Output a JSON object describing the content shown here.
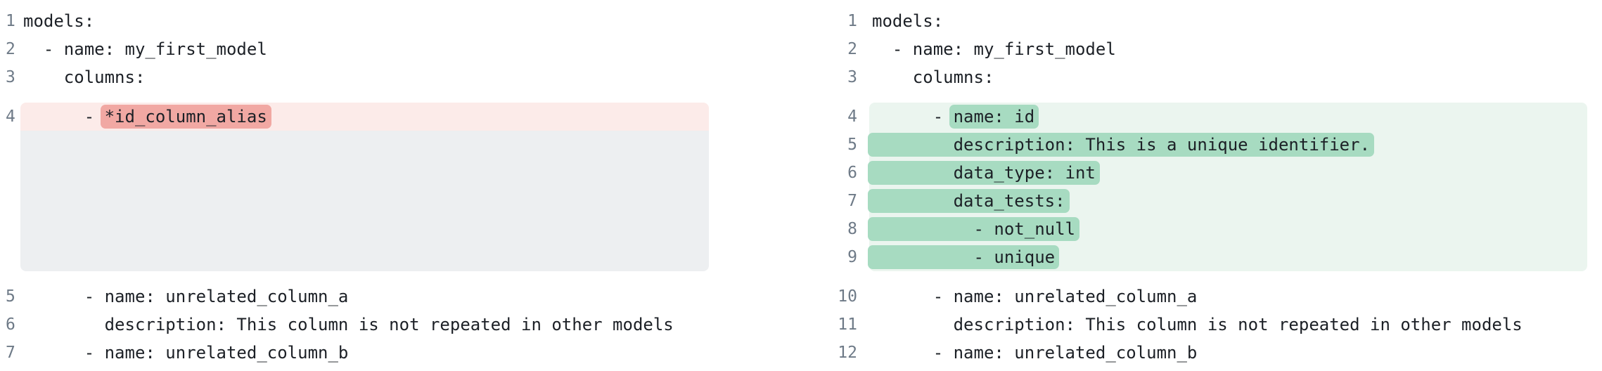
{
  "colors": {
    "removed_line_bg": "#fcebe9",
    "removed_word_bg": "#f1a8a3",
    "added_line_bg": "#ebf5ef",
    "added_word_bg": "#a7dbc1",
    "placeholder_bg": "#edeff1",
    "gutter_color": "#6e7a87",
    "code_color": "#1c2026",
    "page_bg": "#ffffff"
  },
  "diff": {
    "left": {
      "lines": [
        {
          "num": "1",
          "text": "models:"
        },
        {
          "num": "2",
          "text": "  - name: my_first_model"
        },
        {
          "num": "3",
          "text": "    columns:"
        },
        {
          "num": "4",
          "pre": "      - ",
          "mark": "*id_column_alias"
        },
        {
          "num": "5",
          "text": "      - name: unrelated_column_a"
        },
        {
          "num": "6",
          "text": "        description: This column is not repeated in other models"
        },
        {
          "num": "7",
          "text": "      - name: unrelated_column_b"
        }
      ]
    },
    "right": {
      "lines": [
        {
          "num": "1",
          "text": "models:"
        },
        {
          "num": "2",
          "text": "  - name: my_first_model"
        },
        {
          "num": "3",
          "text": "    columns:"
        },
        {
          "num": "4",
          "pre": "      - ",
          "mark": "name: id"
        },
        {
          "num": "5",
          "pre": "",
          "mark": "        description: This is a unique identifier."
        },
        {
          "num": "6",
          "pre": "",
          "mark": "        data_type: int"
        },
        {
          "num": "7",
          "pre": "",
          "mark": "        data_tests:"
        },
        {
          "num": "8",
          "pre": "",
          "mark": "          - not_null"
        },
        {
          "num": "9",
          "pre": "",
          "mark": "          - unique"
        },
        {
          "num": "10",
          "text": "      - name: unrelated_column_a"
        },
        {
          "num": "11",
          "text": "        description: This column is not repeated in other models"
        },
        {
          "num": "12",
          "text": "      - name: unrelated_column_b"
        }
      ]
    }
  }
}
